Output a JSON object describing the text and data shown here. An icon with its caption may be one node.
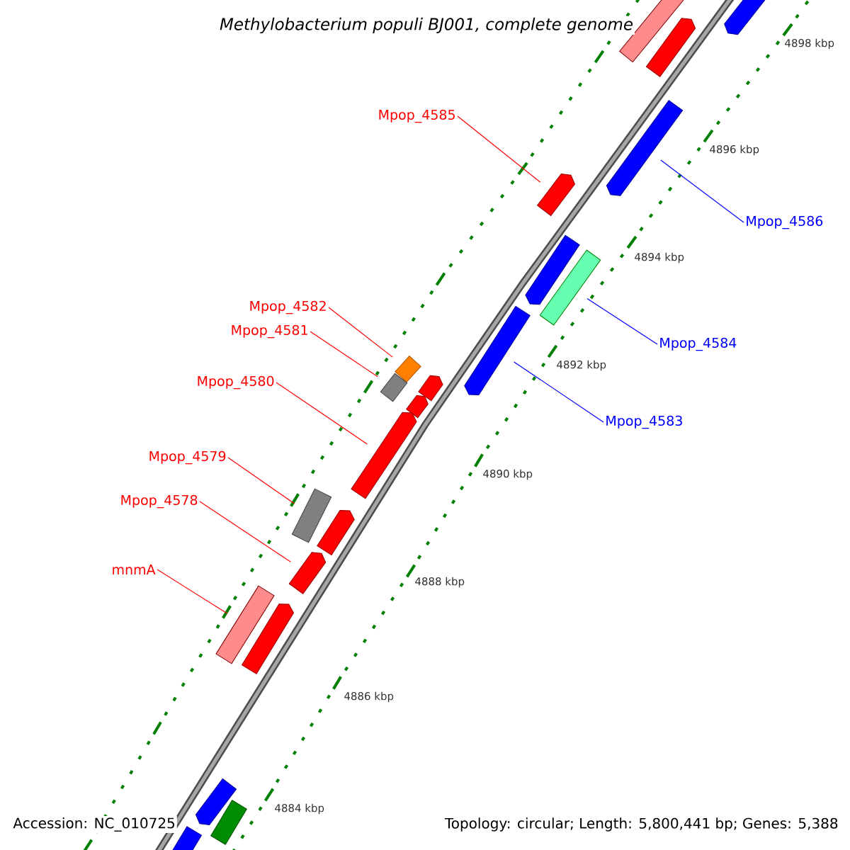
{
  "diagram": {
    "title": "Methylobacterium populi BJ001, complete genome",
    "nodes": [
      {
        "text": [
          "Mpop_4585"
        ]
      },
      {
        "text": [
          "Mpop_4586"
        ]
      },
      {
        "text": [
          "Mpop_4584"
        ]
      },
      {
        "text": [
          "Mpop_4582"
        ]
      },
      {
        "text": [
          "Mpop_4581"
        ]
      },
      {
        "text": [
          "Mpop_4580"
        ]
      },
      {
        "text": [
          "Mpop_4583"
        ]
      },
      {
        "text": [
          "Mpop_4579"
        ]
      },
      {
        "text": [
          "Mpop_4578"
        ]
      },
      {
        "text": [
          "mnmA"
        ]
      },
      {
        "text": [],
        "shape": "arrow"
      },
      {
        "text": [],
        "shape": "box"
      },
      {
        "text": [],
        "shape": "arrow"
      },
      {
        "text": [],
        "shape": "arrow"
      },
      {
        "text": [],
        "shape": "arrow"
      },
      {
        "text": [],
        "shape": "arrow"
      },
      {
        "text": [],
        "shape": "box"
      },
      {
        "text": [],
        "shape": "arrow"
      },
      {
        "text": [],
        "shape": "box"
      },
      {
        "text": [],
        "shape": "arrow"
      },
      {
        "text": [],
        "shape": "box"
      },
      {
        "text": [],
        "shape": "arrow"
      },
      {
        "text": [],
        "shape": "arrow"
      },
      {
        "text": [],
        "shape": "box"
      },
      {
        "text": [],
        "shape": "arrow"
      },
      {
        "text": [],
        "shape": "arrow"
      },
      {
        "text": [],
        "shape": "box"
      },
      {
        "text": [],
        "shape": "arrow"
      },
      {
        "text": [],
        "shape": "arrow"
      },
      {
        "text": [],
        "shape": "box"
      },
      {
        "text": [],
        "shape": "arrow"
      }
    ],
    "edges": [
      {
        "from": 0,
        "to": 14,
        "arrow": "none"
      },
      {
        "from": 1,
        "to": 13,
        "arrow": "none",
        "color": "#0000ff"
      },
      {
        "from": 2,
        "to": 16,
        "arrow": "none",
        "color": "#0000ff"
      },
      {
        "from": 3,
        "to": 18,
        "arrow": "none"
      },
      {
        "from": 4,
        "to": 20,
        "arrow": "none"
      },
      {
        "from": 5,
        "to": 22,
        "arrow": "none"
      },
      {
        "from": 6,
        "to": 17,
        "arrow": "none",
        "color": "#0000ff"
      },
      {
        "from": 7,
        "to": 23,
        "arrow": "none"
      },
      {
        "from": 8,
        "to": 25,
        "arrow": "none"
      },
      {
        "from": 9,
        "to": 26,
        "arrow": "none"
      }
    ],
    "labels": [
      "4898 kbp",
      "4896 kbp",
      "4894 kbp",
      "4892 kbp",
      "4890 kbp",
      "4888 kbp",
      "4886 kbp",
      "4884 kbp",
      "Accession: NC_010725",
      "Topology: circular; Length: 5,800,441 bp; Genes: 5,388"
    ]
  }
}
